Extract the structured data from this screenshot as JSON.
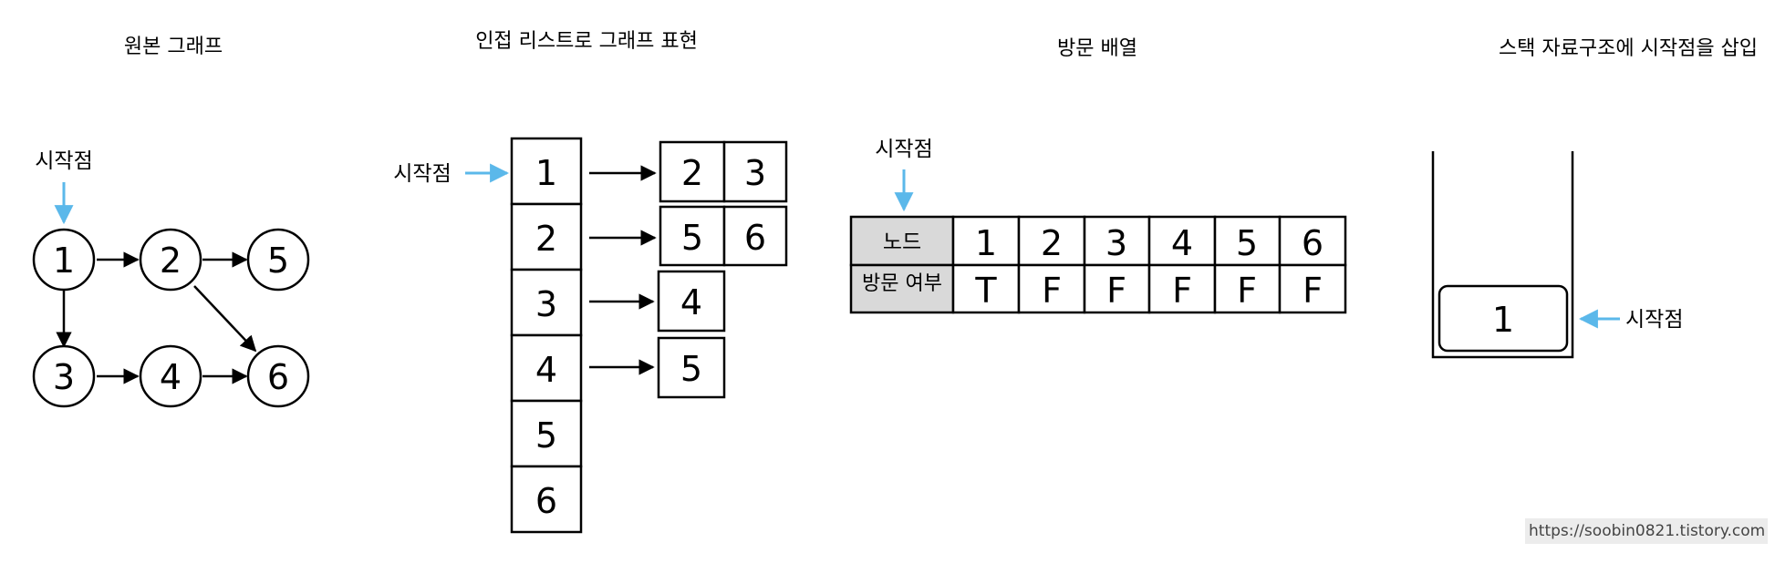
{
  "titles": {
    "original_graph": "원본 그래프",
    "adjacency_list": "인접 리스트로 그래프 표현",
    "visited_array": "방문 배열",
    "stack_push": "스택 자료구조에 시작점을 삽입"
  },
  "start_label": "시작점",
  "graph": {
    "nodes": [
      "1",
      "2",
      "3",
      "4",
      "5",
      "6"
    ],
    "edges": [
      [
        "1",
        "2"
      ],
      [
        "2",
        "5"
      ],
      [
        "1",
        "3"
      ],
      [
        "3",
        "4"
      ],
      [
        "4",
        "6"
      ],
      [
        "2",
        "6"
      ]
    ],
    "start_node": "1"
  },
  "adjacency": {
    "heads": [
      "1",
      "2",
      "3",
      "4",
      "5",
      "6"
    ],
    "lists": [
      [
        "2",
        "3"
      ],
      [
        "5",
        "6"
      ],
      [
        "4"
      ],
      [
        "5"
      ],
      [],
      []
    ]
  },
  "visited": {
    "header_node": "노드",
    "header_visited": "방문 여부",
    "nodes": [
      "1",
      "2",
      "3",
      "4",
      "5",
      "6"
    ],
    "values": [
      "T",
      "F",
      "F",
      "F",
      "F",
      "F"
    ]
  },
  "stack": {
    "items": [
      "1"
    ]
  },
  "watermark": "https://soobin0821.tistory.com",
  "colors": {
    "start_arrow": "#5bb8ea",
    "header_fill": "#d9d9d9",
    "stroke": "#000000"
  }
}
